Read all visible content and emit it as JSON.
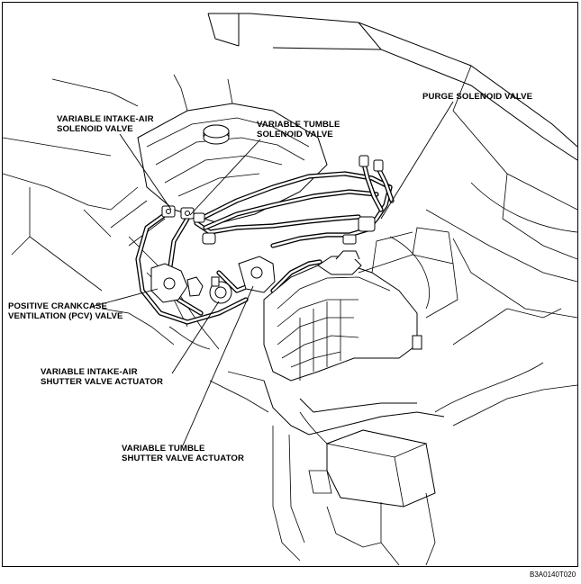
{
  "diagram": {
    "labels": {
      "purge_solenoid_valve": "PURGE SOLENOID VALVE",
      "variable_intake_air_solenoid_valve": "VARIABLE INTAKE-AIR\nSOLENOID VALVE",
      "variable_tumble_solenoid_valve": "VARIABLE TUMBLE\nSOLENOID VALVE",
      "positive_crankcase_ventilation_valve": "POSITIVE CRANKCASE\nVENTILATION (PCV) VALVE",
      "variable_intake_air_shutter_valve_actuator": "VARIABLE INTAKE-AIR\nSHUTTER VALVE ACTUATOR",
      "variable_tumble_shutter_valve_actuator": "VARIABLE TUMBLE\nSHUTTER VALVE ACTUATOR"
    },
    "figure_code": "B3A0140T020"
  }
}
